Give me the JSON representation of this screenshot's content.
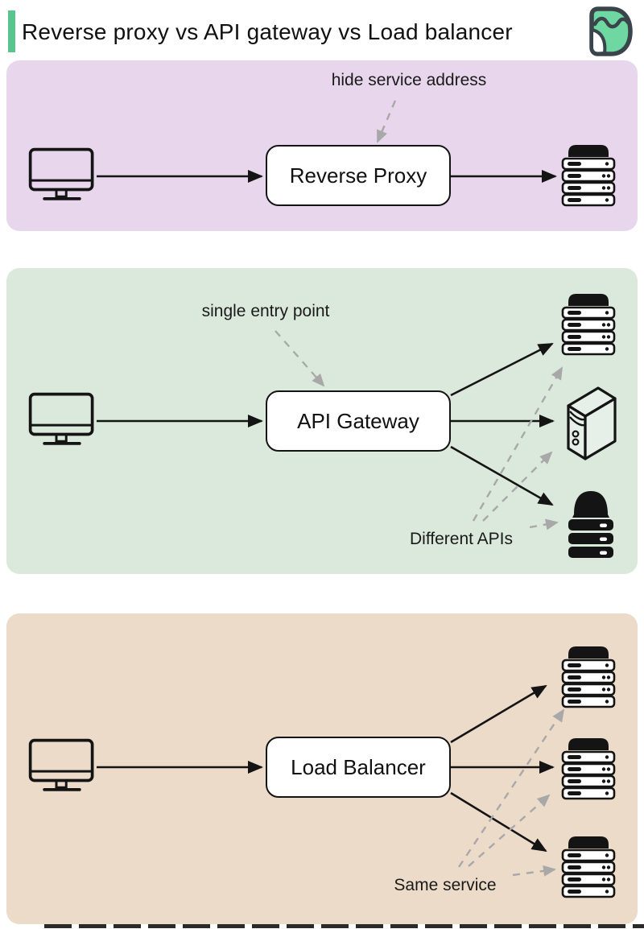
{
  "header": {
    "title": "Reverse proxy vs API gateway vs Load balancer",
    "logo_icon": "bytebytego-logo",
    "accent_color": "#58c58f"
  },
  "colors": {
    "panel_reverse_proxy_bg": "#e8d7ec",
    "panel_api_gateway_bg": "#dbe9dc",
    "panel_load_balancer_bg": "#ecdbc9",
    "node_bg": "#ffffff",
    "solid_line": "#141414",
    "dashed_line": "#a8a8a8",
    "logo_green": "#6fd7a2",
    "logo_outline": "#3a444b"
  },
  "panels": {
    "reverse_proxy": {
      "annotation": "hide service address",
      "node_label": "Reverse Proxy",
      "client_icon": "computer-icon",
      "target_icons": [
        "server-rack-icon"
      ]
    },
    "api_gateway": {
      "annotation": "single entry point",
      "node_label": "API Gateway",
      "targets_label": "Different APIs",
      "client_icon": "computer-icon",
      "target_icons": [
        "server-rack-icon",
        "tower-server-icon",
        "storage-stack-icon"
      ]
    },
    "load_balancer": {
      "node_label": "Load Balancer",
      "targets_label": "Same service",
      "client_icon": "computer-icon",
      "target_icons": [
        "server-rack-icon",
        "server-rack-icon",
        "server-rack-icon"
      ]
    }
  }
}
